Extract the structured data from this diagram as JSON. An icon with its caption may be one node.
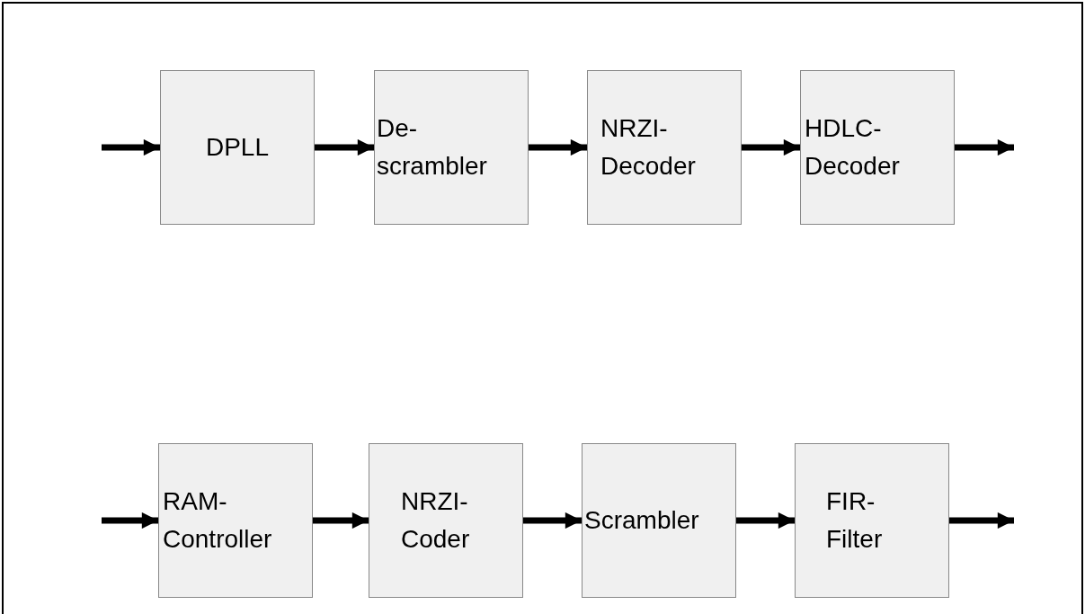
{
  "diagram": {
    "nodes": [
      {
        "text": [
          "DPLL"
        ]
      },
      {
        "text": [
          "De- scrambler"
        ]
      },
      {
        "text": [
          "NRZI- Decoder"
        ]
      },
      {
        "text": [
          "HDLC- Decoder"
        ]
      },
      {
        "text": [
          "RAM- Controller"
        ]
      },
      {
        "text": [
          "NRZI- Coder"
        ]
      },
      {
        "text": [
          "Scrambler"
        ]
      },
      {
        "text": [
          "FIR- Filter"
        ]
      }
    ],
    "edges": [
      {
        "from": null,
        "to": 0,
        "arrow": "to"
      },
      {
        "from": 0,
        "to": 1,
        "arrow": "to"
      },
      {
        "from": 1,
        "to": 2,
        "arrow": "to"
      },
      {
        "from": 2,
        "to": 3,
        "arrow": "to"
      },
      {
        "from": 3,
        "to": null,
        "arrow": "to"
      },
      {
        "from": null,
        "to": 4,
        "arrow": "to"
      },
      {
        "from": 4,
        "to": 5,
        "arrow": "to"
      },
      {
        "from": 5,
        "to": 6,
        "arrow": "to"
      },
      {
        "from": 6,
        "to": 7,
        "arrow": "to"
      },
      {
        "from": 7,
        "to": null,
        "arrow": "to"
      }
    ]
  }
}
